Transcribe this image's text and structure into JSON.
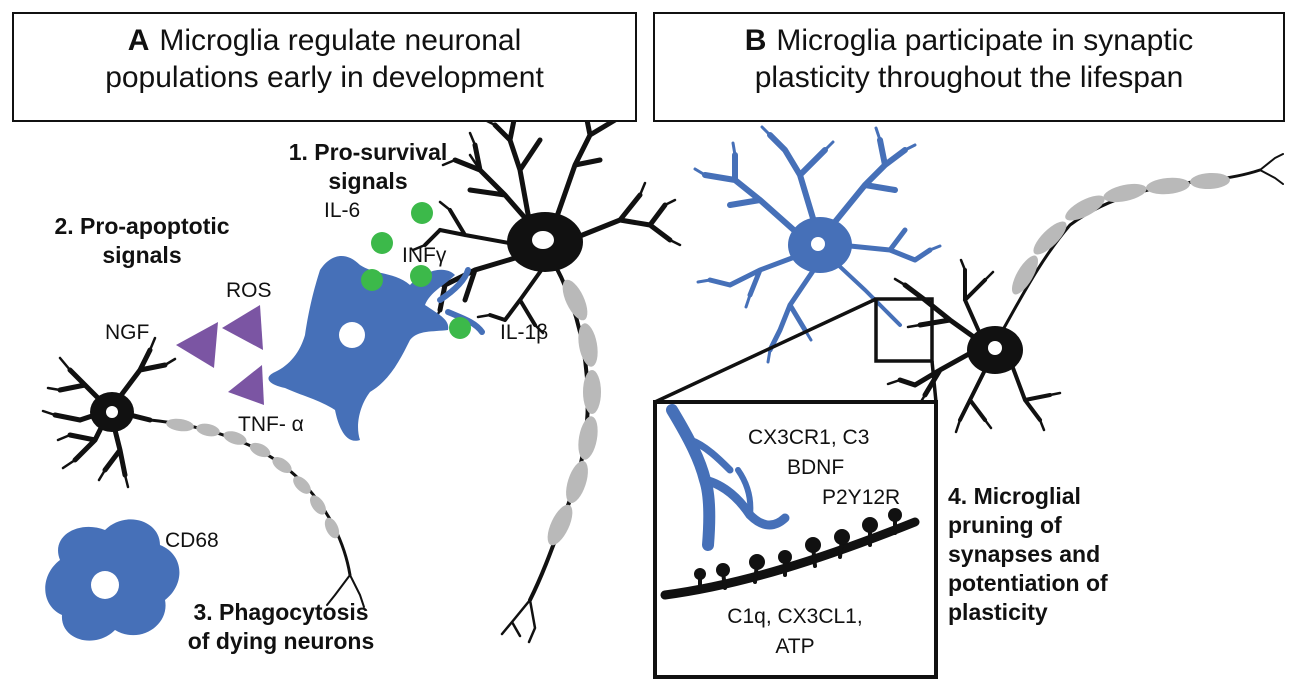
{
  "panel_a": {
    "letter": "A",
    "title_line1": "Microglia regulate neuronal",
    "title_line2": "populations early in development",
    "step1_line1": "1. Pro-survival",
    "step1_line2": "signals",
    "step2_line1": "2. Pro-apoptotic",
    "step2_line2": "signals",
    "step3_line1": "3. Phagocytosis",
    "step3_line2": "of dying neurons",
    "labels": {
      "il6": "IL-6",
      "infg": "INFγ",
      "il1b": "IL-1β",
      "ros": "ROS",
      "ngf": "NGF",
      "tnfa": "TNF- α",
      "cd68": "CD68"
    }
  },
  "panel_b": {
    "letter": "B",
    "title_line1": "Microglia participate in synaptic",
    "title_line2": "plasticity throughout the lifespan",
    "inset_line1": "CX3CR1, C3",
    "inset_line2": "BDNF",
    "inset_line3": "P2Y12R",
    "inset_bottom1": "C1q, CX3CL1,",
    "inset_bottom2": "ATP",
    "step4_line1": "4. Microglial",
    "step4_line2": "pruning of",
    "step4_line3": "synapses and",
    "step4_line4": "potentiation of",
    "step4_line5": "plasticity"
  },
  "colors": {
    "microglia_blue": "#4670b8",
    "neuron_black": "#111111",
    "myelin_gray": "#b9b9b9",
    "pro_survival_green": "#3cb94a",
    "pro_apoptotic_purple": "#7b55a3"
  }
}
